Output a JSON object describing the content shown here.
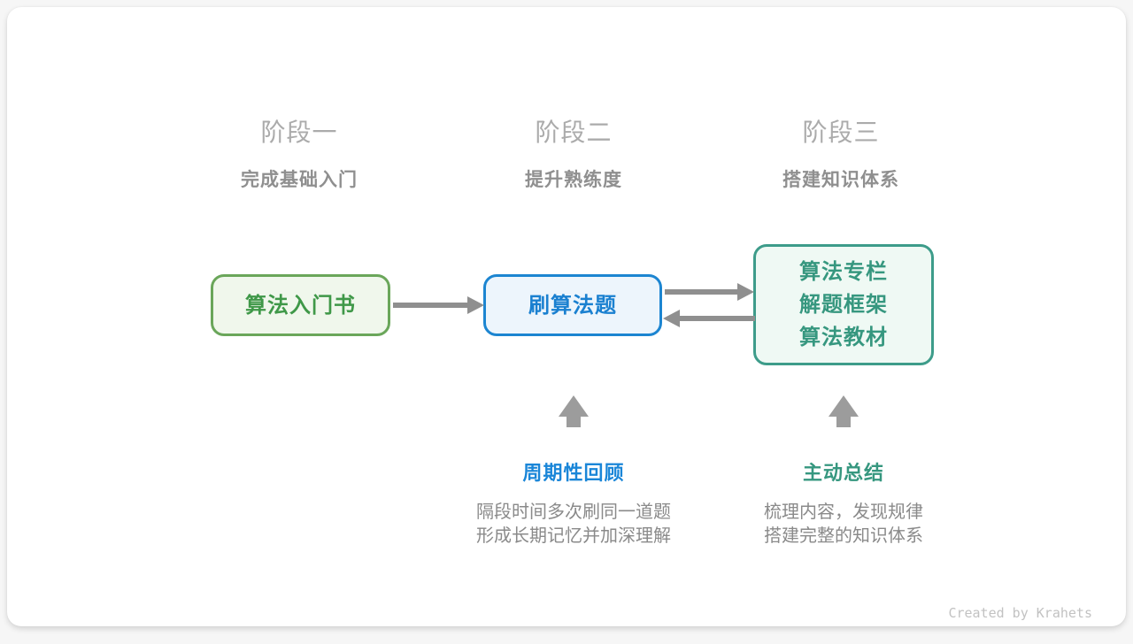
{
  "colors": {
    "green_border": "#6aa65a",
    "green_bg": "#f0f7ec",
    "green_text": "#3f9848",
    "blue_border": "#1c85d1",
    "blue_bg": "#edf5fc",
    "blue_text": "#1a80d0",
    "teal_border": "#3d9c8a",
    "teal_bg": "#eff9f4",
    "teal_text": "#36977f",
    "arrow_gray": "#8f8f8f",
    "up_arrow_gray": "#9c9c9c",
    "stage_label_gray": "#ababab",
    "stage_subtitle_gray": "#8f8f8f",
    "body_text_gray": "#8a8a8a",
    "watermark_gray": "#c2c2c2"
  },
  "stages": [
    {
      "label": "阶段一",
      "subtitle": "完成基础入门"
    },
    {
      "label": "阶段二",
      "subtitle": "提升熟练度"
    },
    {
      "label": "阶段三",
      "subtitle": "搭建知识体系"
    }
  ],
  "nodes": {
    "intro_book": {
      "lines": [
        "算法入门书"
      ]
    },
    "practice": {
      "lines": [
        "刷算法题"
      ]
    },
    "knowledge": {
      "lines": [
        "算法专栏",
        "解题框架",
        "算法教材"
      ]
    }
  },
  "notes": {
    "review": {
      "title": "周期性回顾",
      "lines": [
        "隔段时间多次刷同一道题",
        "形成长期记忆并加深理解"
      ]
    },
    "summary": {
      "title": "主动总结",
      "lines": [
        "梳理内容，发现规律",
        "搭建完整的知识体系"
      ]
    }
  },
  "watermark": "Created by Krahets"
}
